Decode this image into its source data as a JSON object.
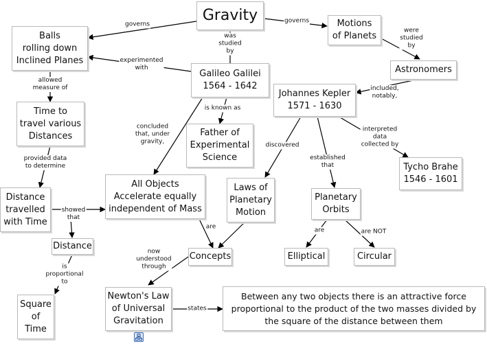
{
  "concepts": {
    "gravity": "Gravity",
    "balls": "Balls\nrolling down\nInclined Planes",
    "motions": "Motions\nof Planets",
    "galileo": "Galileo Galilei\n1564 - 1642",
    "astronomers": "Astronomers",
    "kepler": "Johannes Kepler\n1571 - 1630",
    "time": "Time to\ntravel various\nDistances",
    "father": "Father of\nExperimental\nScience",
    "tycho": "Tycho Brahe\n1546 - 1601",
    "distance_travelled": "Distance\ntravelled\nwith Time",
    "all_objects": "All Objects\nAccelerate equally\nindependent of Mass",
    "laws": "Laws of\nPlanetary\nMotion",
    "orbits": "Planetary\nOrbits",
    "distance": "Distance",
    "concepts": "Concepts",
    "elliptical": "Elliptical",
    "circular": "Circular",
    "square": "Square\nof\nTime",
    "newton": "Newton's Law\nof Universal\nGravitation",
    "statement": "Between any two objects there is an attractive force\nproportional to the product of the two masses divided by\nthe square of the distance between them"
  },
  "links": {
    "governs_balls": "governs",
    "governs_motions": "governs",
    "was_studied_by": "was\nstudied\nby",
    "experimented_with": "experimented\nwith",
    "were_studied_by": "were\nstudied\nby",
    "included_notably": "included,\nnotably,",
    "allowed_measure_of": "allowed\nmeasure of",
    "is_known_as": "is known as",
    "concluded": "concluded\nthat, under\ngravity,",
    "discovered": "discovered",
    "established_that": "established\nthat",
    "interpreted_data": "interpreted\ndata\ncollected by",
    "provided_data": "provided data\nto determine",
    "showed_that": "showed\nthat",
    "are": "are",
    "are_elliptical": "are",
    "are_not": "are NOT",
    "now_understood": "now\nunderstood\nthrough",
    "is_proportional": "is\nproportional\nto",
    "states": "states"
  },
  "icons": {
    "newton_badge": "concept-map-link-icon"
  },
  "colors": {
    "node_border": "#b9b9b9",
    "line": "#000000",
    "background": "#ffffff"
  }
}
